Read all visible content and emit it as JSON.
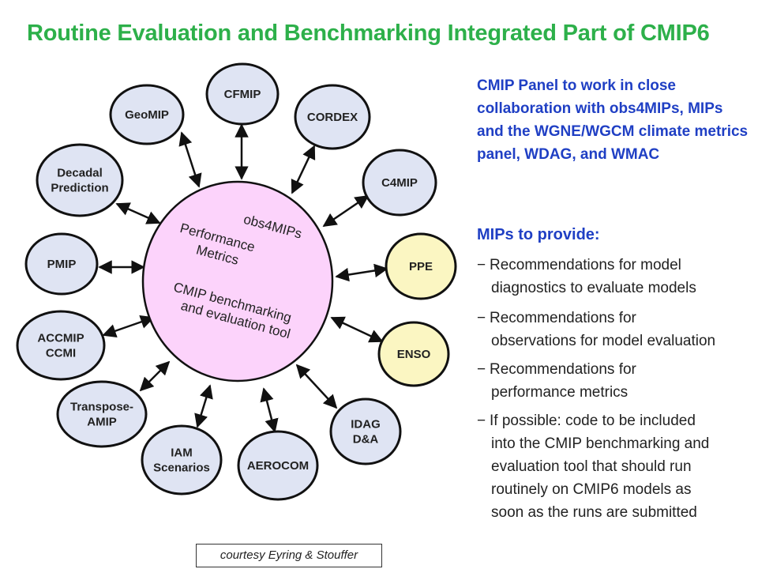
{
  "title": "Routine Evaluation and Benchmarking Integrated Part of CMIP6",
  "center": {
    "lines": [
      "obs4MIPs",
      "Performance",
      "Metrics",
      "CMIP benchmarking",
      "and evaluation tool"
    ]
  },
  "nodes": [
    {
      "id": "geomip",
      "lines": [
        "GeoMIP"
      ],
      "fill": "#dfe4f3"
    },
    {
      "id": "cfmip",
      "lines": [
        "CFMIP"
      ],
      "fill": "#dfe4f3"
    },
    {
      "id": "cordex",
      "lines": [
        "CORDEX"
      ],
      "fill": "#dfe4f3"
    },
    {
      "id": "c4mip",
      "lines": [
        "C4MIP"
      ],
      "fill": "#dfe4f3"
    },
    {
      "id": "ppe",
      "lines": [
        "PPE"
      ],
      "fill": "#fbf6c2"
    },
    {
      "id": "enso",
      "lines": [
        "ENSO"
      ],
      "fill": "#fbf6c2"
    },
    {
      "id": "idag",
      "lines": [
        "IDAG",
        "D&A"
      ],
      "fill": "#dfe4f3"
    },
    {
      "id": "aerocom",
      "lines": [
        "AEROCOM"
      ],
      "fill": "#dfe4f3"
    },
    {
      "id": "iam",
      "lines": [
        "IAM",
        "Scenarios"
      ],
      "fill": "#dfe4f3"
    },
    {
      "id": "transpose",
      "lines": [
        "Transpose-",
        "AMIP"
      ],
      "fill": "#dfe4f3"
    },
    {
      "id": "accmip",
      "lines": [
        "ACCMIP",
        "CCMI"
      ],
      "fill": "#dfe4f3"
    },
    {
      "id": "pmip",
      "lines": [
        "PMIP"
      ],
      "fill": "#dfe4f3"
    },
    {
      "id": "decadal",
      "lines": [
        "Decadal",
        "Prediction"
      ],
      "fill": "#dfe4f3"
    }
  ],
  "panel_heading": "CMIP Panel to work in close collaboration with obs4MIPs, MIPs and the WGNE/WGCM climate metrics panel, WDAG, and WMAC",
  "mips_heading": "MIPs to provide:",
  "recommendations": [
    {
      "dash": "−",
      "line1": "Recommendations for model",
      "line2": "diagnostics to evaluate models"
    },
    {
      "dash": "−",
      "line1": "Recommendations for",
      "line2": "observations for model evaluation"
    },
    {
      "dash": "−",
      "line1": "Recommendations for",
      "line2": "performance metrics"
    },
    {
      "dash": "−",
      "line1": "If possible: code to be included",
      "line2": "into the CMIP benchmarking and",
      "line3": "evaluation tool that should run",
      "line4": "routinely on CMIP6 models as",
      "line5": "soon as the runs are submitted"
    }
  ],
  "credit": "courtesy Eyring & Stouffer",
  "colors": {
    "title": "#2db04a",
    "heading": "#1f3fc4",
    "center_fill": "#fcd3fb",
    "node_blue": "#dfe4f3",
    "node_yellow": "#fbf6c2"
  }
}
